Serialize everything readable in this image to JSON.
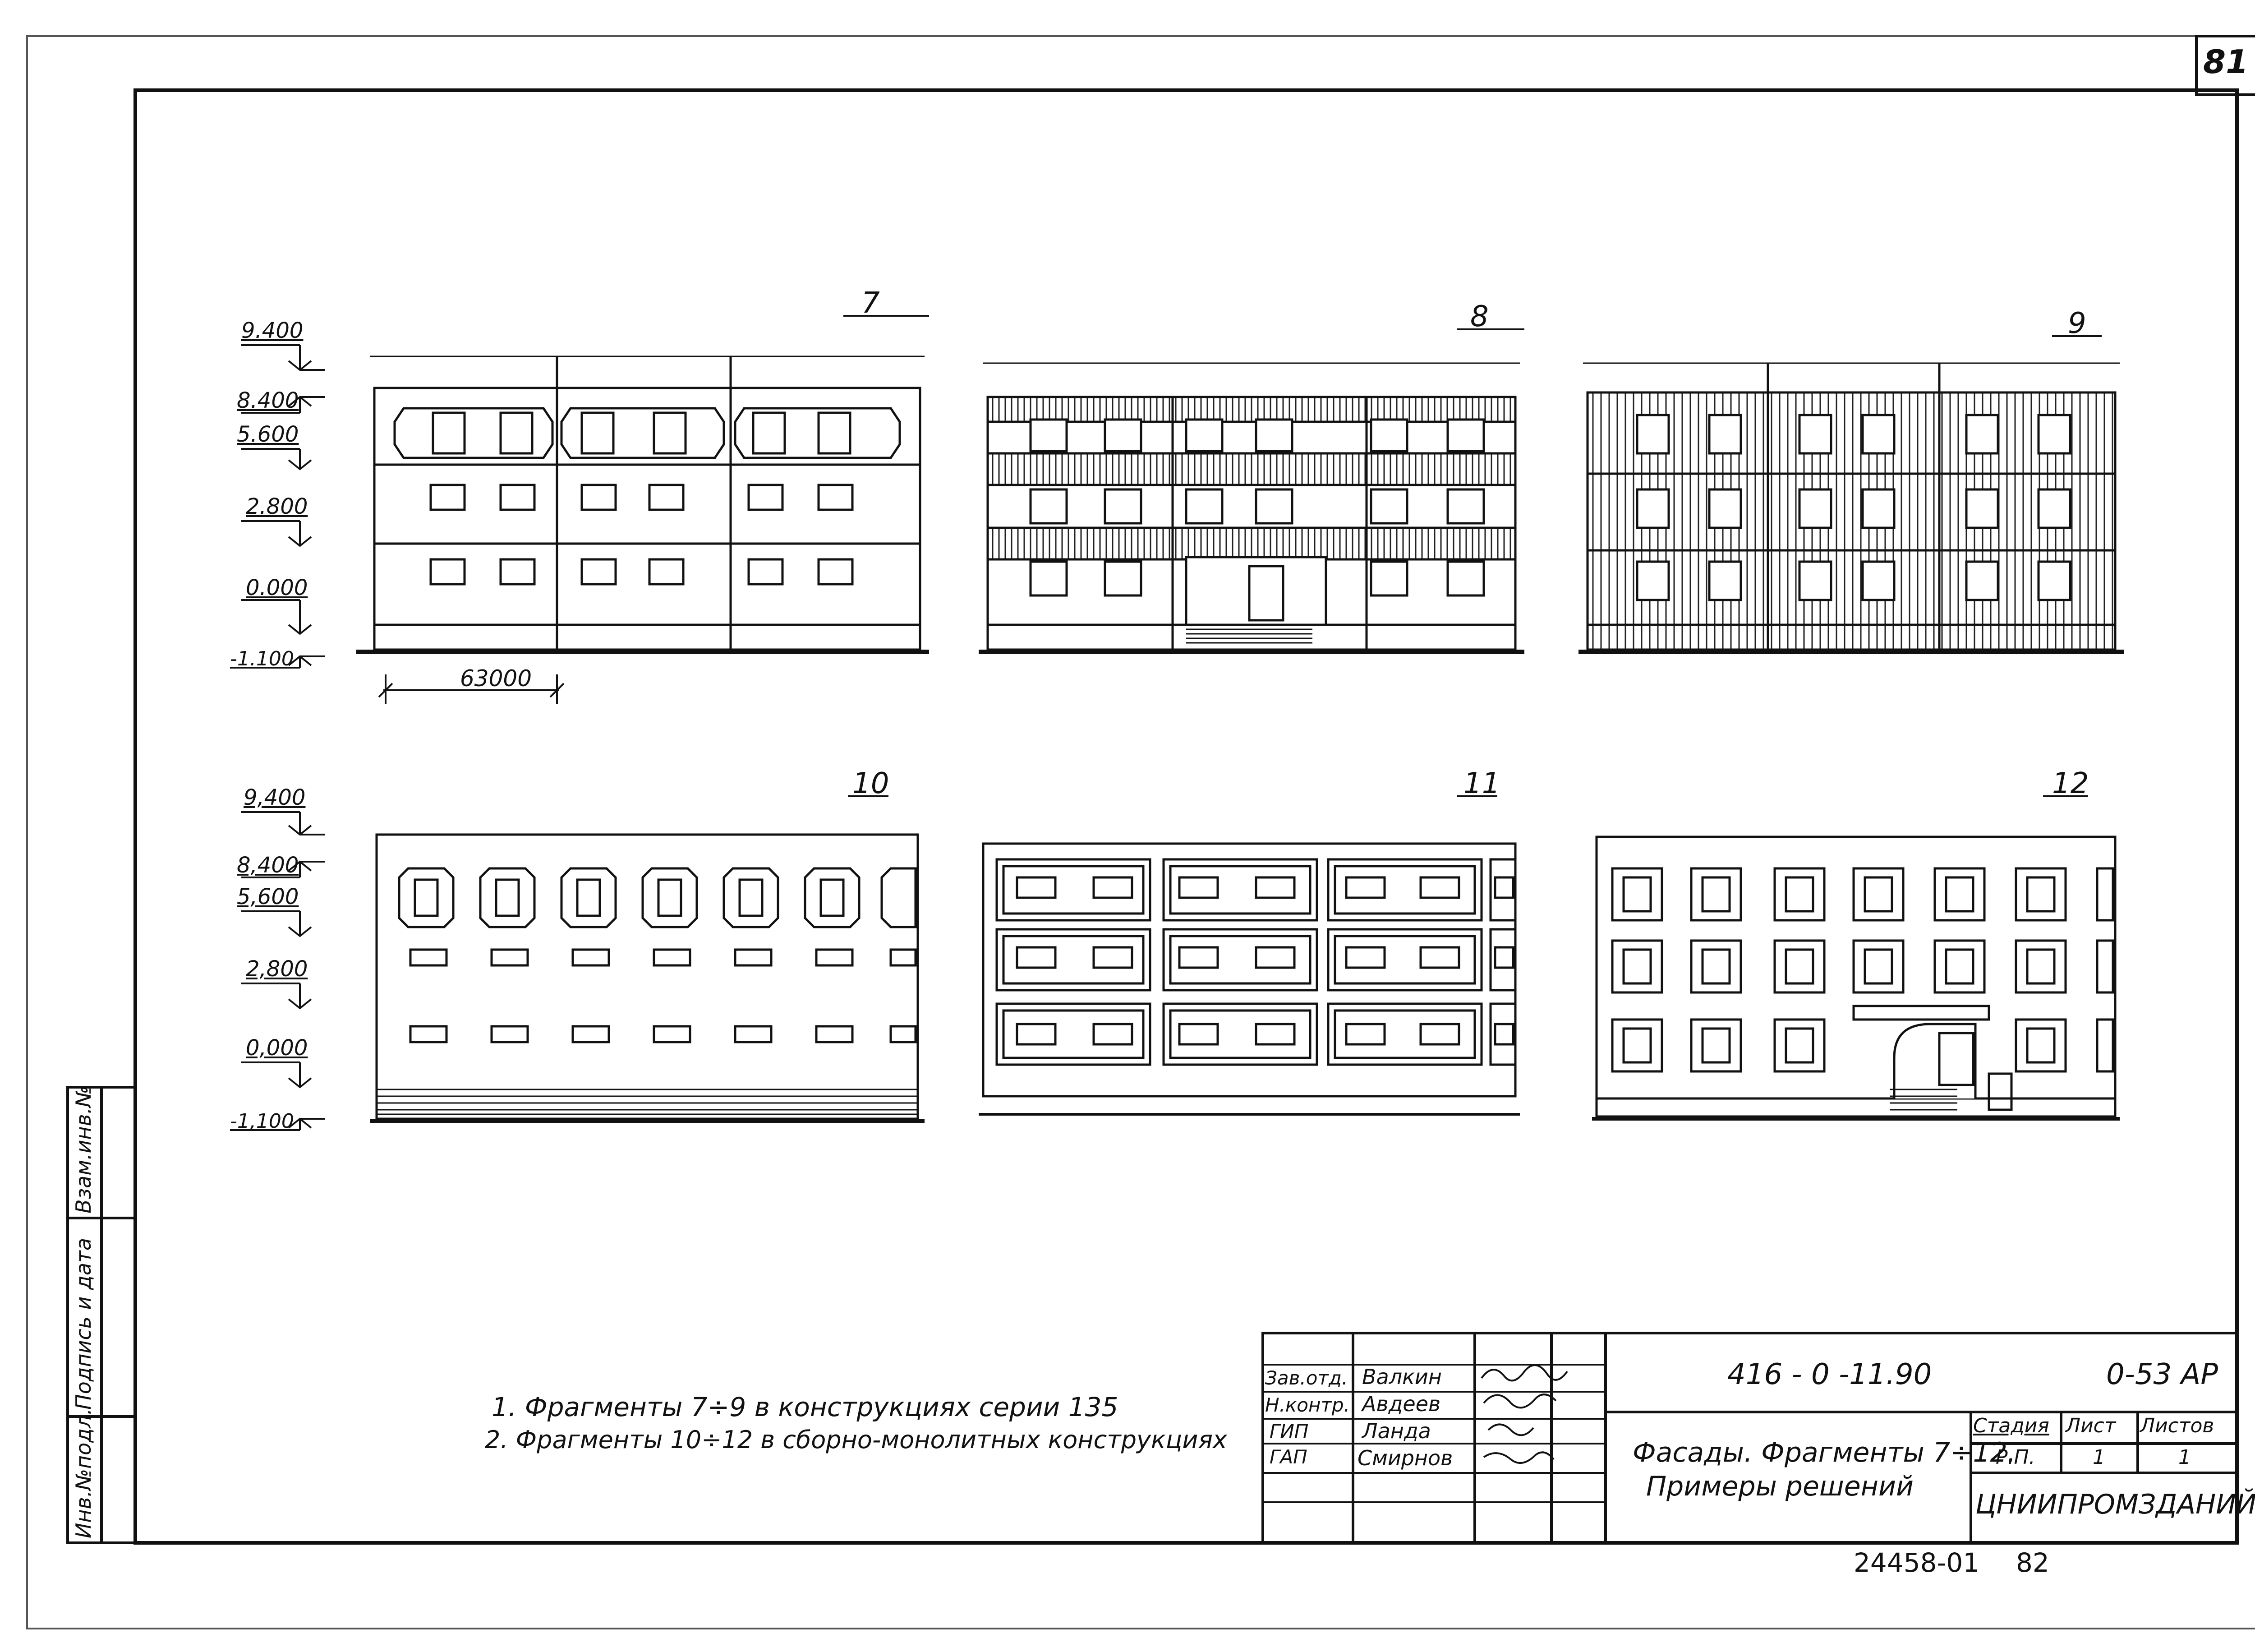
{
  "sheet": {
    "corner_number": "81",
    "bottom_code": "24458-01",
    "bottom_page": "82"
  },
  "levels": {
    "l9400": "9.400",
    "l9400_b": "9,400",
    "l8400": "8.400",
    "l5600": "5.600",
    "l2800": "2.800",
    "l0000": "0.000",
    "lm1100": "-1.100",
    "lm1100_b": "-1,100",
    "l8400_b": "8,400",
    "l5600_b": "5,600",
    "l2800_b": "2,800",
    "l0000_b": "0,000"
  },
  "dimension": "63000",
  "fragments": [
    "7",
    "8",
    "9",
    "10",
    "11",
    "12"
  ],
  "notes": [
    "1.  Фрагменты 7÷9  в  конструкциях  серии 135",
    "2. Фрагменты 10÷12 в сборно-монолитных конструкциях"
  ],
  "stamp": {
    "roles": [
      "Зав.отд.",
      "Н.контр.",
      "ГИП",
      "ГАП"
    ],
    "names": [
      "Валкин",
      "Авдеев",
      "Ланда",
      "Смирнов"
    ],
    "doc_code": "416 - 0 -11.90",
    "sheet_code": "0-53 АР",
    "title_line1": "Фасады. Фрагменты 7÷12.",
    "title_line2": "Примеры  решений",
    "stage_h": "Стадия",
    "sheet_h": "Лист",
    "sheets_h": "Листов",
    "stage_v": "Р.П.",
    "sheet_v": "1",
    "sheets_v": "1",
    "org": "ЦНИИПРОМЗДАНИЙ"
  },
  "side_stamp": {
    "inv_orig": "Инв.№подл.",
    "sign_date": "Подпись и дата",
    "replace_inv": "Взам.инв.№"
  }
}
